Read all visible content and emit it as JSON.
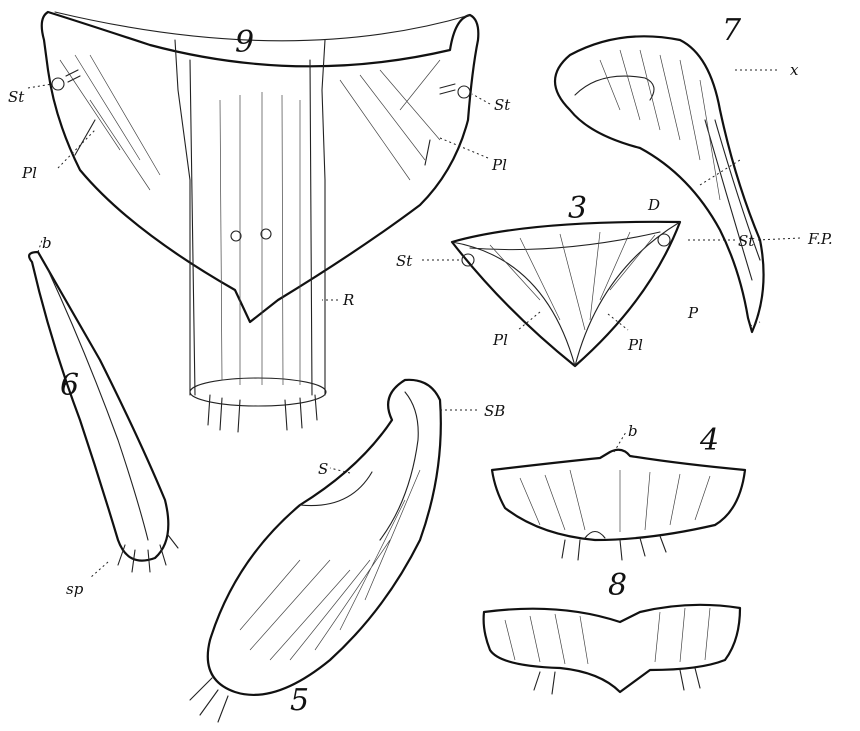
{
  "figures": [
    {
      "id": "fig9",
      "number": "9"
    },
    {
      "id": "fig7",
      "number": "7"
    },
    {
      "id": "fig3",
      "number": "3"
    },
    {
      "id": "fig6",
      "number": "6"
    },
    {
      "id": "fig5",
      "number": "5"
    },
    {
      "id": "fig4",
      "number": "4"
    },
    {
      "id": "fig8",
      "number": "8"
    }
  ],
  "annotations": {
    "fig9": {
      "st_left": "St",
      "pl_left": "Pl",
      "st_right": "St",
      "pl_right": "Pl",
      "r": "R"
    },
    "fig7": {
      "x": "x",
      "d": "D",
      "fp": "F.P.",
      "p": "P"
    },
    "fig3": {
      "st_left": "St",
      "st_right": "St",
      "pl_left": "Pl",
      "pl_right": "Pl"
    },
    "fig6": {
      "b": "b",
      "sp": "sp"
    },
    "fig5": {
      "sb": "SB",
      "s": "S"
    },
    "fig4": {
      "b": "b"
    }
  },
  "colors": {
    "ink": "#111111",
    "paper": "#ffffff"
  }
}
